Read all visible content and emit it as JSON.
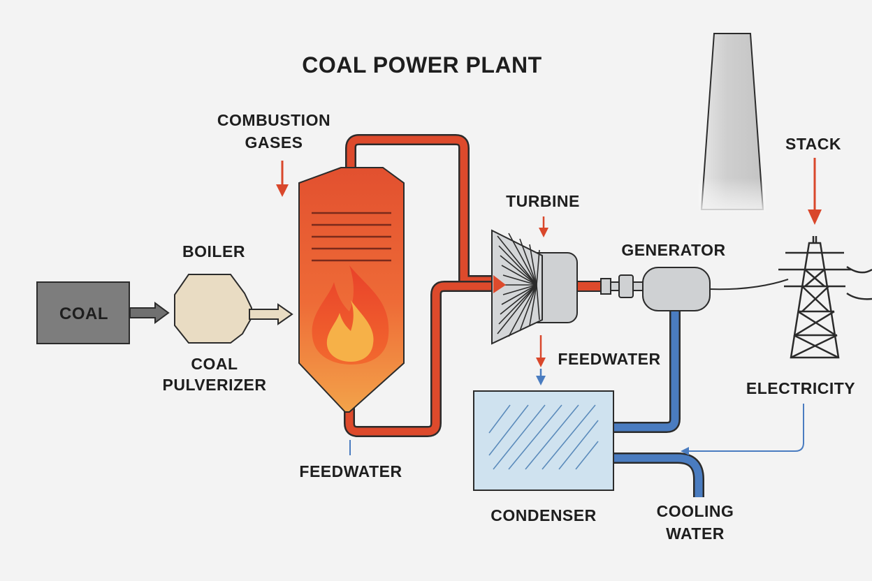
{
  "diagram": {
    "title": "COAL POWER PLANT",
    "labels": {
      "coal": "COAL",
      "boiler": "BOILER",
      "coal_pulverizer_1": "COAL",
      "coal_pulverizer_2": "PULVERIZER",
      "combustion_gases_1": "COMBUSTION",
      "combustion_gases_2": "GASES",
      "feedwater_bottom": "FEEDWATER",
      "turbine": "TURBINE",
      "generator": "GENERATOR",
      "feedwater_right": "FEEDWATER",
      "condenser": "CONDENSER",
      "cooling_water_1": "COOLING",
      "cooling_water_2": "WATER",
      "stack": "STACK",
      "electricity": "ELECTRICITY"
    },
    "colors": {
      "steam_pipe": "#dd4a2c",
      "water_pipe": "#4a7cc0",
      "arrow_red": "#d9472b",
      "arrow_blue": "#4a7cc0",
      "coal_box": "#7d7d7d",
      "pulverizer": "#e9dcc3",
      "condenser": "#cfe2ef",
      "machine_gray": "#cfd1d3"
    }
  }
}
